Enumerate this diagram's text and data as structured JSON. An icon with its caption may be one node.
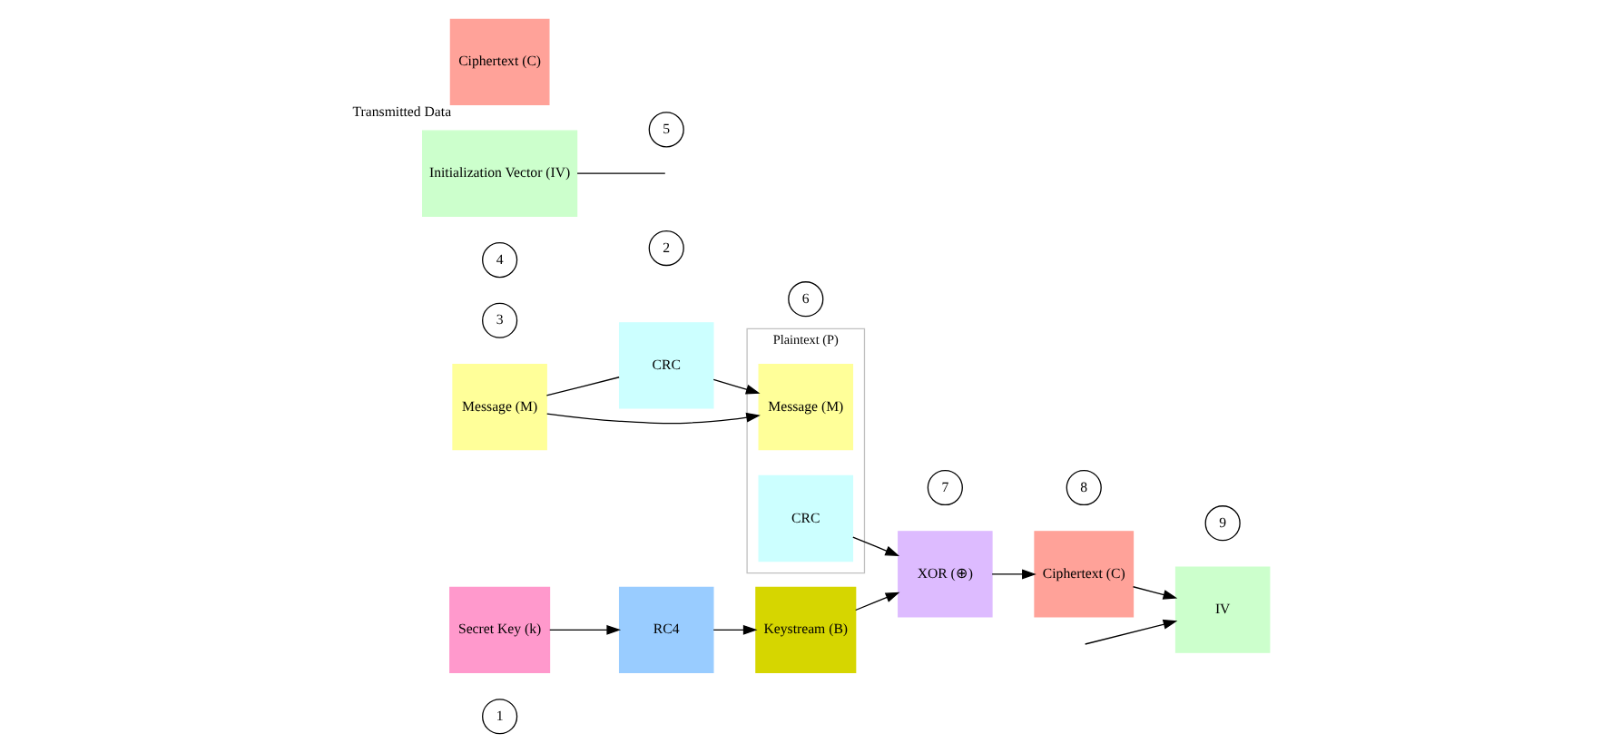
{
  "diagram": {
    "nodes": [
      {
        "text": [
          "1"
        ]
      },
      {
        "text": [
          "Message (M)"
        ]
      },
      {
        "text": [
          "2"
        ]
      },
      {
        "text": [
          "CRC"
        ]
      },
      {
        "text": [
          "3"
        ]
      },
      {
        "text": [
          "Plaintext (P)"
        ]
      },
      {
        "text": [
          "Message (M)"
        ],
        "in": 5
      },
      {
        "text": [
          "CRC"
        ],
        "in": 5
      },
      {
        "text": [
          "4"
        ]
      },
      {
        "text": [
          "Initialization Vector (IV)"
        ]
      },
      {
        "text": [
          "Secret Key (k)"
        ]
      },
      {
        "text": [
          "5"
        ]
      },
      {
        "text": [
          "RC4"
        ]
      },
      {
        "text": [
          "6"
        ]
      },
      {
        "text": [
          "Keystream (B)"
        ]
      },
      {
        "text": [
          "7"
        ]
      },
      {
        "text": [
          "XOR (⊕)"
        ]
      },
      {
        "text": [
          "8"
        ]
      },
      {
        "text": [
          "Ciphertext (C)"
        ]
      },
      {
        "text": [
          "9"
        ]
      },
      {
        "text": [
          "IV"
        ]
      },
      {
        "text": [
          "Ciphertext (C)"
        ],
        "beside": [
          "Transmitted Data"
        ]
      }
    ],
    "edges": [
      {
        "from": 1,
        "to": 6,
        "arrow": "to"
      },
      {
        "from": 1,
        "to": 3,
        "arrow": "none"
      },
      {
        "from": 3,
        "to": 6,
        "arrow": "to"
      },
      {
        "from": 7,
        "to": 16,
        "arrow": "to"
      },
      {
        "from": 14,
        "to": 16,
        "arrow": "to"
      },
      {
        "from": 10,
        "to": 12,
        "arrow": "to"
      },
      {
        "from": 12,
        "to": 14,
        "arrow": "to"
      },
      {
        "from": 16,
        "to": 18,
        "arrow": "to"
      },
      {
        "from": 18,
        "to": 20,
        "arrow": "to"
      },
      {
        "from": 9,
        "to": null,
        "arrow": "none"
      },
      {
        "from": null,
        "to": 20,
        "arrow": "to"
      }
    ]
  }
}
